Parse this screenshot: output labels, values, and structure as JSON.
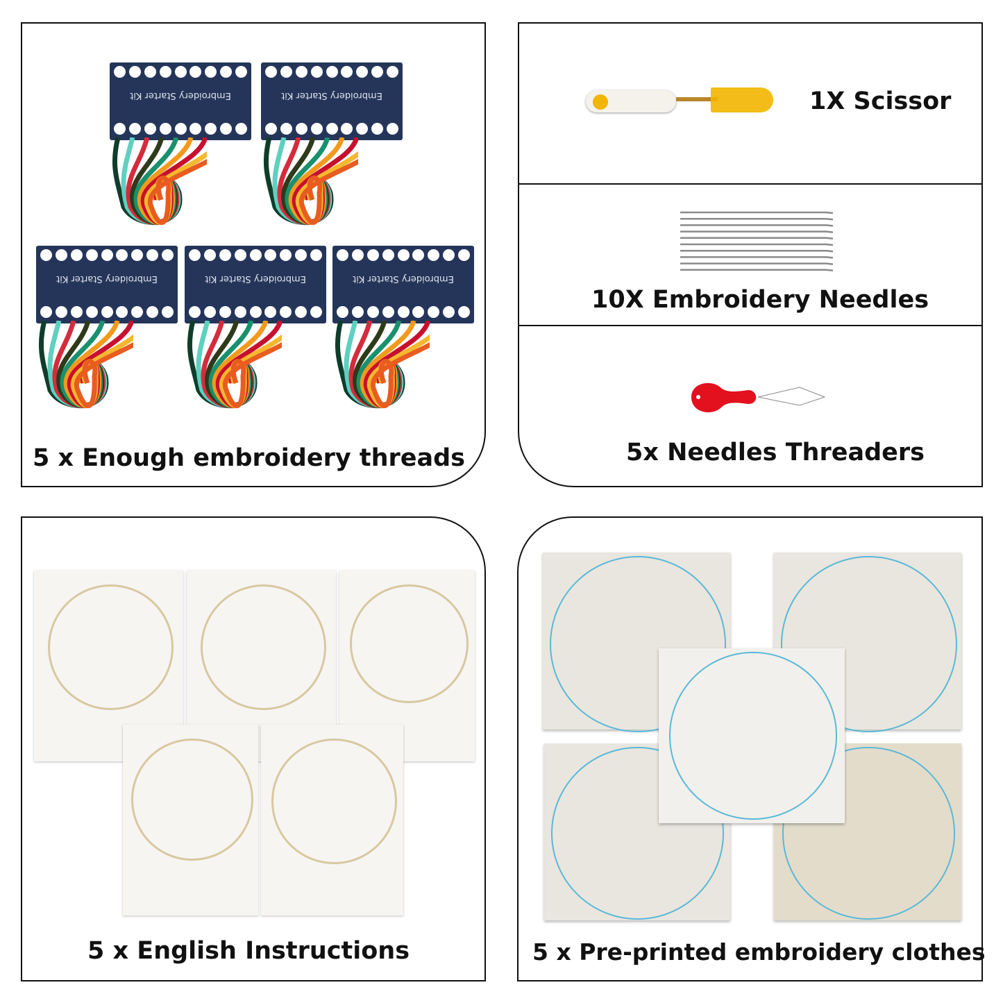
{
  "panels": {
    "threads": {
      "caption": "5 x Enough embroidery threads",
      "card_text": "Embroidery Starter Kit"
    },
    "scissor": {
      "caption": "1X Scissor"
    },
    "needles": {
      "caption": "10X Embroidery Needles"
    },
    "threaders": {
      "caption": "5x Needles Threaders"
    },
    "instructions": {
      "caption": "5 x English Instructions"
    },
    "cloths": {
      "caption": "5 x Pre-printed embroidery clothes"
    }
  },
  "colors": {
    "card": "#25355a",
    "pattern": "#5ab8d6",
    "threader": "#e3101e",
    "scissor_blade": "#f2b500"
  }
}
